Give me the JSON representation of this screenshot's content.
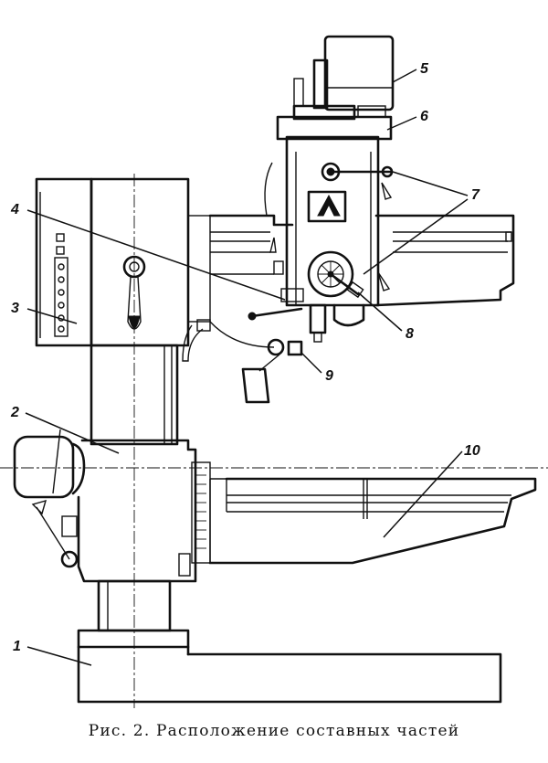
{
  "figure": {
    "caption": "Рис. 2. Расположение составных частей",
    "callouts": [
      {
        "id": "1",
        "label": "1"
      },
      {
        "id": "2",
        "label": "2"
      },
      {
        "id": "3",
        "label": "3"
      },
      {
        "id": "4",
        "label": "4"
      },
      {
        "id": "5",
        "label": "5"
      },
      {
        "id": "6",
        "label": "6"
      },
      {
        "id": "7",
        "label": "7"
      },
      {
        "id": "8",
        "label": "8"
      },
      {
        "id": "9",
        "label": "9"
      },
      {
        "id": "10",
        "label": "10"
      }
    ],
    "colors": {
      "ink": "#111111",
      "paper": "#ffffff"
    }
  }
}
